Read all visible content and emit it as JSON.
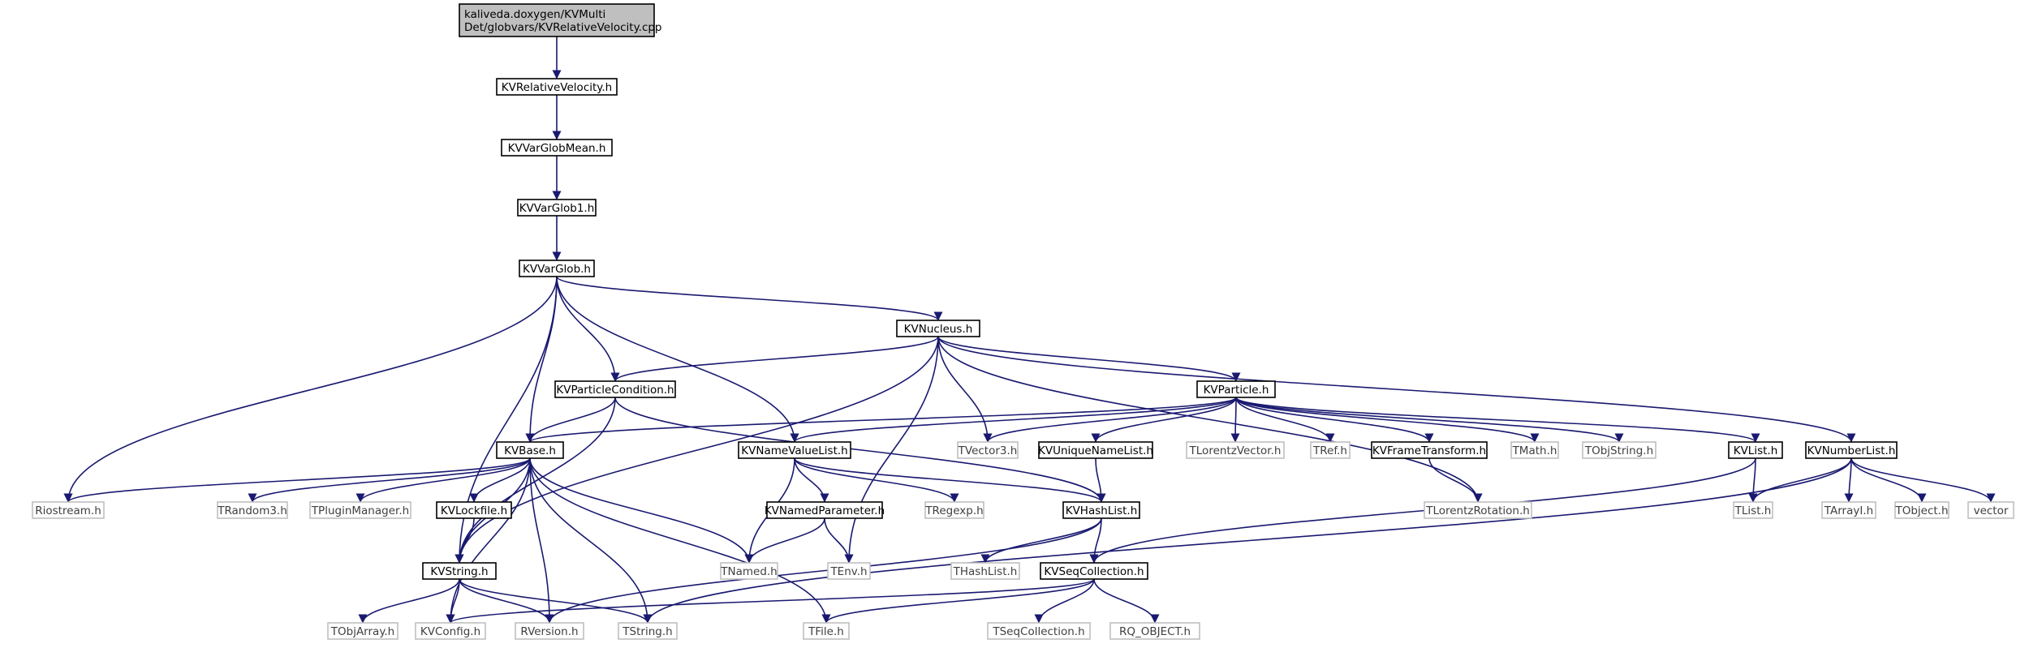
{
  "colors": {
    "edge": "#191970",
    "root_fill": "#bfbfbf",
    "documented_border": "#000000",
    "external_border": "#bfbfbf",
    "external_text": "#404040",
    "documented_text": "#000000",
    "background": "#ffffff"
  },
  "nodes": [
    {
      "id": "root",
      "lines": [
        "kaliveda.doxygen/KVMulti",
        "Det/globvars/KVRelativeVelocity.cpp"
      ],
      "kind": "root"
    },
    {
      "id": "KVRelativeVelocity",
      "lines": [
        "KVRelativeVelocity.h"
      ],
      "kind": "documented"
    },
    {
      "id": "KVVarGlobMean",
      "lines": [
        "KVVarGlobMean.h"
      ],
      "kind": "documented"
    },
    {
      "id": "KVVarGlob1",
      "lines": [
        "KVVarGlob1.h"
      ],
      "kind": "documented"
    },
    {
      "id": "KVVarGlob",
      "lines": [
        "KVVarGlob.h"
      ],
      "kind": "documented"
    },
    {
      "id": "KVNucleus",
      "lines": [
        "KVNucleus.h"
      ],
      "kind": "documented"
    },
    {
      "id": "KVParticleCondition",
      "lines": [
        "KVParticleCondition.h"
      ],
      "kind": "documented"
    },
    {
      "id": "KVParticle",
      "lines": [
        "KVParticle.h"
      ],
      "kind": "documented"
    },
    {
      "id": "KVBase",
      "lines": [
        "KVBase.h"
      ],
      "kind": "documented"
    },
    {
      "id": "KVNameValueList",
      "lines": [
        "KVNameValueList.h"
      ],
      "kind": "documented"
    },
    {
      "id": "TVector3",
      "lines": [
        "TVector3.h"
      ],
      "kind": "external"
    },
    {
      "id": "KVUniqueNameList",
      "lines": [
        "KVUniqueNameList.h"
      ],
      "kind": "documented"
    },
    {
      "id": "TLorentzVector",
      "lines": [
        "TLorentzVector.h"
      ],
      "kind": "external"
    },
    {
      "id": "TRef",
      "lines": [
        "TRef.h"
      ],
      "kind": "external"
    },
    {
      "id": "KVFrameTransform",
      "lines": [
        "KVFrameTransform.h"
      ],
      "kind": "documented"
    },
    {
      "id": "TMath",
      "lines": [
        "TMath.h"
      ],
      "kind": "external"
    },
    {
      "id": "TObjString",
      "lines": [
        "TObjString.h"
      ],
      "kind": "external"
    },
    {
      "id": "KVList",
      "lines": [
        "KVList.h"
      ],
      "kind": "documented"
    },
    {
      "id": "KVNumberList",
      "lines": [
        "KVNumberList.h"
      ],
      "kind": "documented"
    },
    {
      "id": "Riostream",
      "lines": [
        "Riostream.h"
      ],
      "kind": "external"
    },
    {
      "id": "TRandom3",
      "lines": [
        "TRandom3.h"
      ],
      "kind": "external"
    },
    {
      "id": "TPluginManager",
      "lines": [
        "TPluginManager.h"
      ],
      "kind": "external"
    },
    {
      "id": "KVLockfile",
      "lines": [
        "KVLockfile.h"
      ],
      "kind": "documented"
    },
    {
      "id": "KVNamedParameter",
      "lines": [
        "KVNamedParameter.h"
      ],
      "kind": "documented"
    },
    {
      "id": "TRegexp",
      "lines": [
        "TRegexp.h"
      ],
      "kind": "external"
    },
    {
      "id": "KVHashList",
      "lines": [
        "KVHashList.h"
      ],
      "kind": "documented"
    },
    {
      "id": "TLorentzRotation",
      "lines": [
        "TLorentzRotation.h"
      ],
      "kind": "external"
    },
    {
      "id": "TList",
      "lines": [
        "TList.h"
      ],
      "kind": "external"
    },
    {
      "id": "TArrayI",
      "lines": [
        "TArrayI.h"
      ],
      "kind": "external"
    },
    {
      "id": "TObject",
      "lines": [
        "TObject.h"
      ],
      "kind": "external"
    },
    {
      "id": "vector",
      "lines": [
        "vector"
      ],
      "kind": "external"
    },
    {
      "id": "KVString",
      "lines": [
        "KVString.h"
      ],
      "kind": "documented"
    },
    {
      "id": "TNamed",
      "lines": [
        "TNamed.h"
      ],
      "kind": "external"
    },
    {
      "id": "TEnv",
      "lines": [
        "TEnv.h"
      ],
      "kind": "external"
    },
    {
      "id": "THashList",
      "lines": [
        "THashList.h"
      ],
      "kind": "external"
    },
    {
      "id": "KVSeqCollection",
      "lines": [
        "KVSeqCollection.h"
      ],
      "kind": "documented"
    },
    {
      "id": "TObjArray",
      "lines": [
        "TObjArray.h"
      ],
      "kind": "external"
    },
    {
      "id": "KVConfig",
      "lines": [
        "KVConfig.h"
      ],
      "kind": "external"
    },
    {
      "id": "RVersion",
      "lines": [
        "RVersion.h"
      ],
      "kind": "external"
    },
    {
      "id": "TString",
      "lines": [
        "TString.h"
      ],
      "kind": "external"
    },
    {
      "id": "TFile",
      "lines": [
        "TFile.h"
      ],
      "kind": "external"
    },
    {
      "id": "TSeqCollection",
      "lines": [
        "TSeqCollection.h"
      ],
      "kind": "external"
    },
    {
      "id": "RQ_OBJECT",
      "lines": [
        "RQ_OBJECT.h"
      ],
      "kind": "external"
    }
  ],
  "edges": [
    [
      "root",
      "KVRelativeVelocity"
    ],
    [
      "KVRelativeVelocity",
      "KVVarGlobMean"
    ],
    [
      "KVVarGlobMean",
      "KVVarGlob1"
    ],
    [
      "KVVarGlob1",
      "KVVarGlob"
    ],
    [
      "KVVarGlob",
      "KVNucleus"
    ],
    [
      "KVVarGlob",
      "KVParticleCondition"
    ],
    [
      "KVVarGlob",
      "KVBase"
    ],
    [
      "KVVarGlob",
      "KVNameValueList"
    ],
    [
      "KVVarGlob",
      "Riostream"
    ],
    [
      "KVVarGlob",
      "KVString"
    ],
    [
      "KVNucleus",
      "KVParticleCondition"
    ],
    [
      "KVNucleus",
      "KVParticle"
    ],
    [
      "KVNucleus",
      "TVector3"
    ],
    [
      "KVNucleus",
      "KVNumberList"
    ],
    [
      "KVNucleus",
      "TLorentzRotation"
    ],
    [
      "KVNucleus",
      "KVString"
    ],
    [
      "KVNucleus",
      "TEnv"
    ],
    [
      "KVParticleCondition",
      "KVBase"
    ],
    [
      "KVParticleCondition",
      "KVHashList"
    ],
    [
      "KVParticleCondition",
      "KVString"
    ],
    [
      "KVParticle",
      "KVBase"
    ],
    [
      "KVParticle",
      "KVNameValueList"
    ],
    [
      "KVParticle",
      "TVector3"
    ],
    [
      "KVParticle",
      "KVUniqueNameList"
    ],
    [
      "KVParticle",
      "TLorentzVector"
    ],
    [
      "KVParticle",
      "TRef"
    ],
    [
      "KVParticle",
      "KVFrameTransform"
    ],
    [
      "KVParticle",
      "TMath"
    ],
    [
      "KVParticle",
      "TObjString"
    ],
    [
      "KVParticle",
      "KVList"
    ],
    [
      "KVBase",
      "Riostream"
    ],
    [
      "KVBase",
      "TRandom3"
    ],
    [
      "KVBase",
      "TPluginManager"
    ],
    [
      "KVBase",
      "KVLockfile"
    ],
    [
      "KVBase",
      "KVString"
    ],
    [
      "KVBase",
      "TNamed"
    ],
    [
      "KVBase",
      "KVConfig"
    ],
    [
      "KVBase",
      "RVersion"
    ],
    [
      "KVBase",
      "TString"
    ],
    [
      "KVBase",
      "TFile"
    ],
    [
      "KVNameValueList",
      "KVNamedParameter"
    ],
    [
      "KVNameValueList",
      "TRegexp"
    ],
    [
      "KVNameValueList",
      "KVHashList"
    ],
    [
      "KVNameValueList",
      "TNamed"
    ],
    [
      "KVUniqueNameList",
      "KVHashList"
    ],
    [
      "KVFrameTransform",
      "TLorentzRotation"
    ],
    [
      "KVList",
      "TList"
    ],
    [
      "KVList",
      "KVSeqCollection"
    ],
    [
      "KVNumberList",
      "TList"
    ],
    [
      "KVNumberList",
      "TArrayI"
    ],
    [
      "KVNumberList",
      "TObject"
    ],
    [
      "KVNumberList",
      "vector"
    ],
    [
      "KVNumberList",
      "TString"
    ],
    [
      "KVLockfile",
      "KVString"
    ],
    [
      "KVNamedParameter",
      "TNamed"
    ],
    [
      "KVNamedParameter",
      "TEnv"
    ],
    [
      "KVHashList",
      "THashList"
    ],
    [
      "KVHashList",
      "KVSeqCollection"
    ],
    [
      "KVHashList",
      "RVersion"
    ],
    [
      "KVString",
      "TObjArray"
    ],
    [
      "KVString",
      "KVConfig"
    ],
    [
      "KVString",
      "RVersion"
    ],
    [
      "KVString",
      "TString"
    ],
    [
      "KVSeqCollection",
      "KVConfig"
    ],
    [
      "KVSeqCollection",
      "TFile"
    ],
    [
      "KVSeqCollection",
      "TSeqCollection"
    ],
    [
      "KVSeqCollection",
      "RQ_OBJECT"
    ]
  ]
}
